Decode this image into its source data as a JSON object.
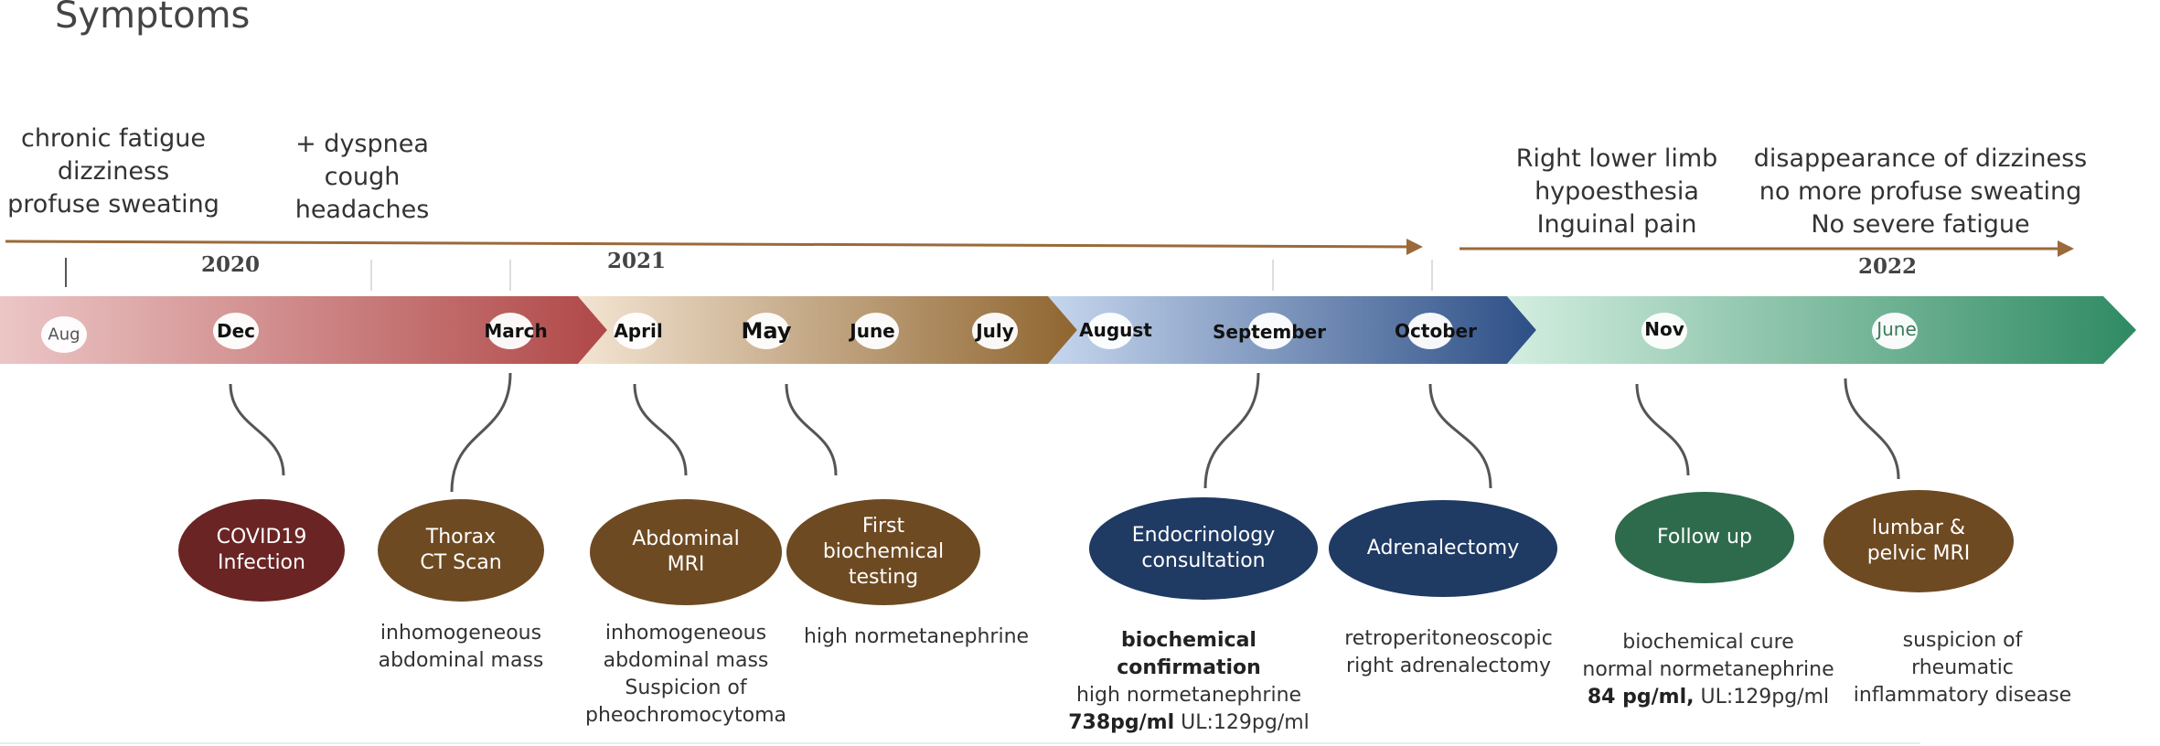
{
  "title": "Symptoms",
  "symptoms": [
    {
      "id": "s1",
      "lines": [
        "chronic fatigue",
        "dizziness",
        "profuse sweating"
      ]
    },
    {
      "id": "s2",
      "lines": [
        "+ dyspnea",
        "cough",
        "headaches"
      ]
    },
    {
      "id": "s3",
      "lines": [
        "Right lower limb",
        "hypoesthesia",
        "Inguinal pain"
      ]
    },
    {
      "id": "s4",
      "lines": [
        "disappearance of dizziness",
        "no more profuse sweating",
        "No severe fatigue"
      ]
    }
  ],
  "years": [
    "2020",
    "2021",
    "2022"
  ],
  "months": [
    "Aug",
    "Dec",
    "March",
    "April",
    "May",
    "June",
    "July",
    "August",
    "September",
    "October",
    "Nov",
    "June"
  ],
  "events": [
    {
      "id": "covid",
      "label": [
        "COVID19",
        "Infection"
      ],
      "color": "#6b2424",
      "desc": [
        "",
        ""
      ]
    },
    {
      "id": "thorax",
      "label": [
        "Thorax",
        "CT Scan"
      ],
      "color": "#6e4a22",
      "desc": [
        "inhomogeneous",
        "abdominal mass"
      ]
    },
    {
      "id": "mri",
      "label": [
        "Abdominal",
        "MRI"
      ],
      "color": "#6e4a22",
      "desc": [
        "inhomogeneous",
        "abdominal mass",
        "Suspicion of",
        "pheochromocytoma"
      ]
    },
    {
      "id": "biochem",
      "label": [
        "First",
        "biochemical",
        "testing"
      ],
      "color": "#6e4a22",
      "desc": [
        "high normetanephrine"
      ]
    },
    {
      "id": "endo",
      "label": [
        "Endocrinology",
        "consultation"
      ],
      "color": "#1f3a63",
      "desc": [
        "biochemical",
        "confirmation",
        "high normetanephrine",
        "738pg/ml",
        " UL:129pg/ml"
      ]
    },
    {
      "id": "adrenal",
      "label": [
        "Adrenalectomy"
      ],
      "color": "#1f3a63",
      "desc": [
        "retroperitoneoscopic",
        "right adrenalectomy"
      ]
    },
    {
      "id": "followup",
      "label": [
        "Follow up"
      ],
      "color": "#2e6b4c",
      "desc": [
        "biochemical cure",
        "normal normetanephrine",
        "84 pg/ml,",
        " UL:129pg/ml"
      ]
    },
    {
      "id": "lumbar",
      "label": [
        "lumbar &",
        "pelvic MRI"
      ],
      "color": "#6e4a22",
      "desc": [
        "suspicion of",
        "rheumatic",
        "inflammatory disease"
      ]
    }
  ],
  "colors": {
    "arrow": "#9a6a3a",
    "seg2020_start": "#ecc6c6",
    "seg2020_end": "#b04848",
    "seg2021a_start": "#f3e4d2",
    "seg2021a_end": "#8f6530",
    "seg2021b_start": "#c6d6ee",
    "seg2021b_end": "#2d4f86",
    "seg2022_start": "#d3eee0",
    "seg2022_end": "#2e8a62"
  }
}
